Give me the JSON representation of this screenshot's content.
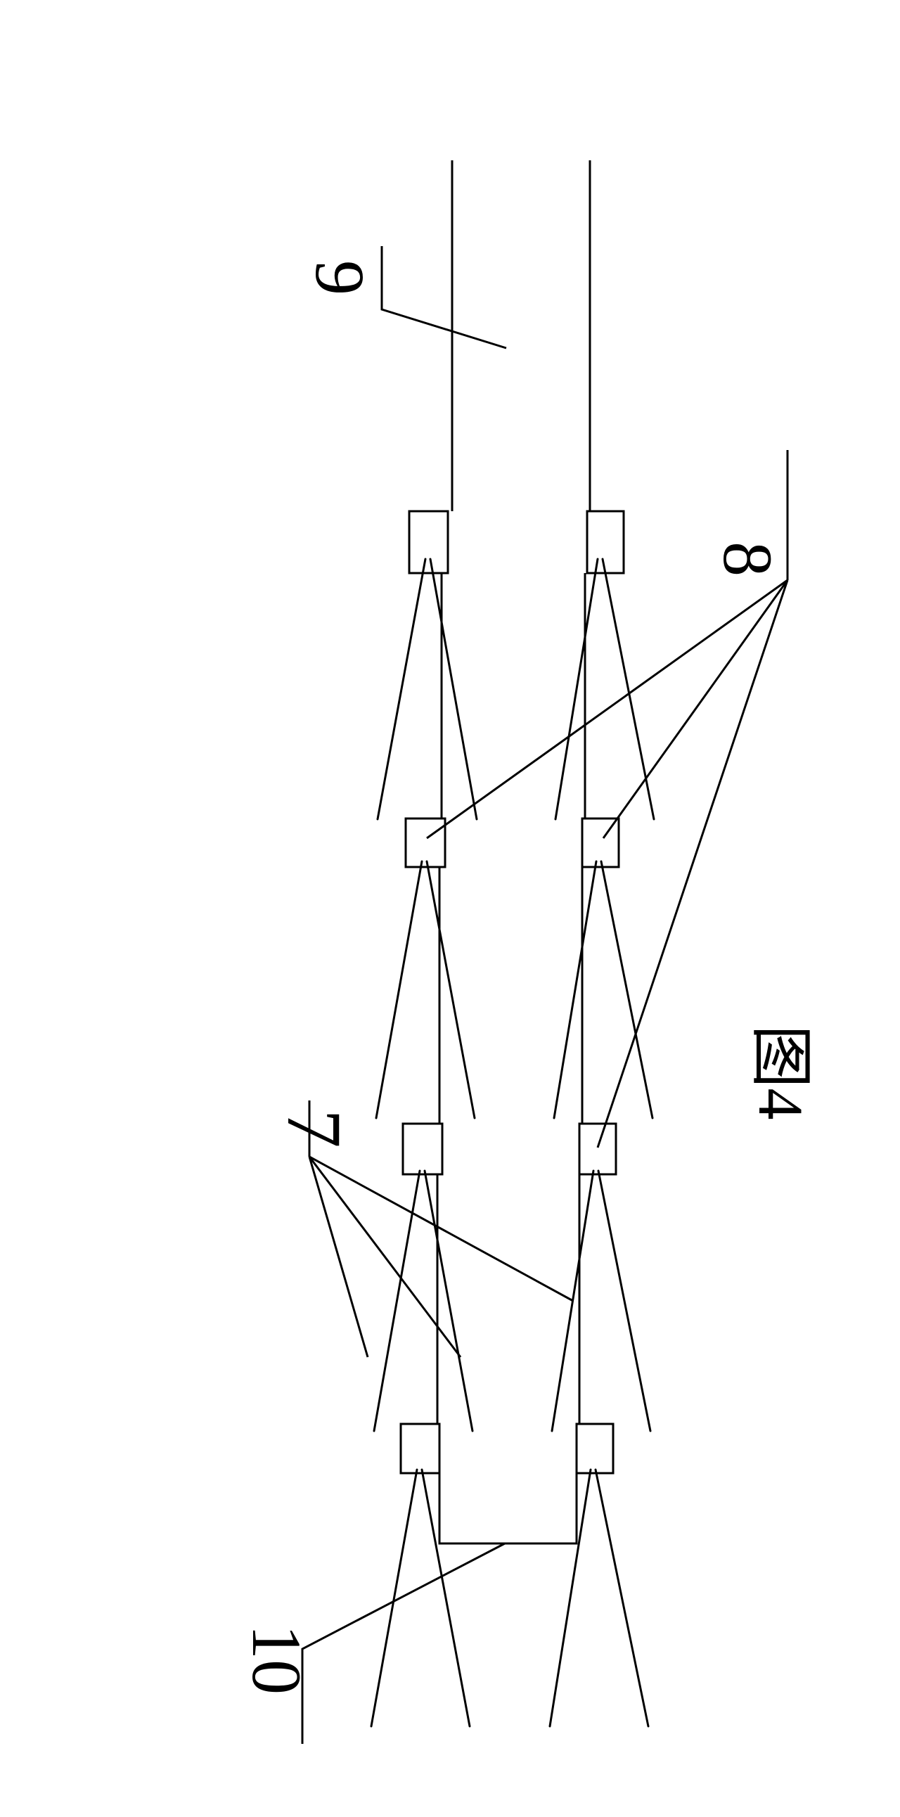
{
  "labels": {
    "label_7": "7",
    "label_8": "8",
    "label_9": "9",
    "label_10": "10",
    "caption": "图4"
  }
}
